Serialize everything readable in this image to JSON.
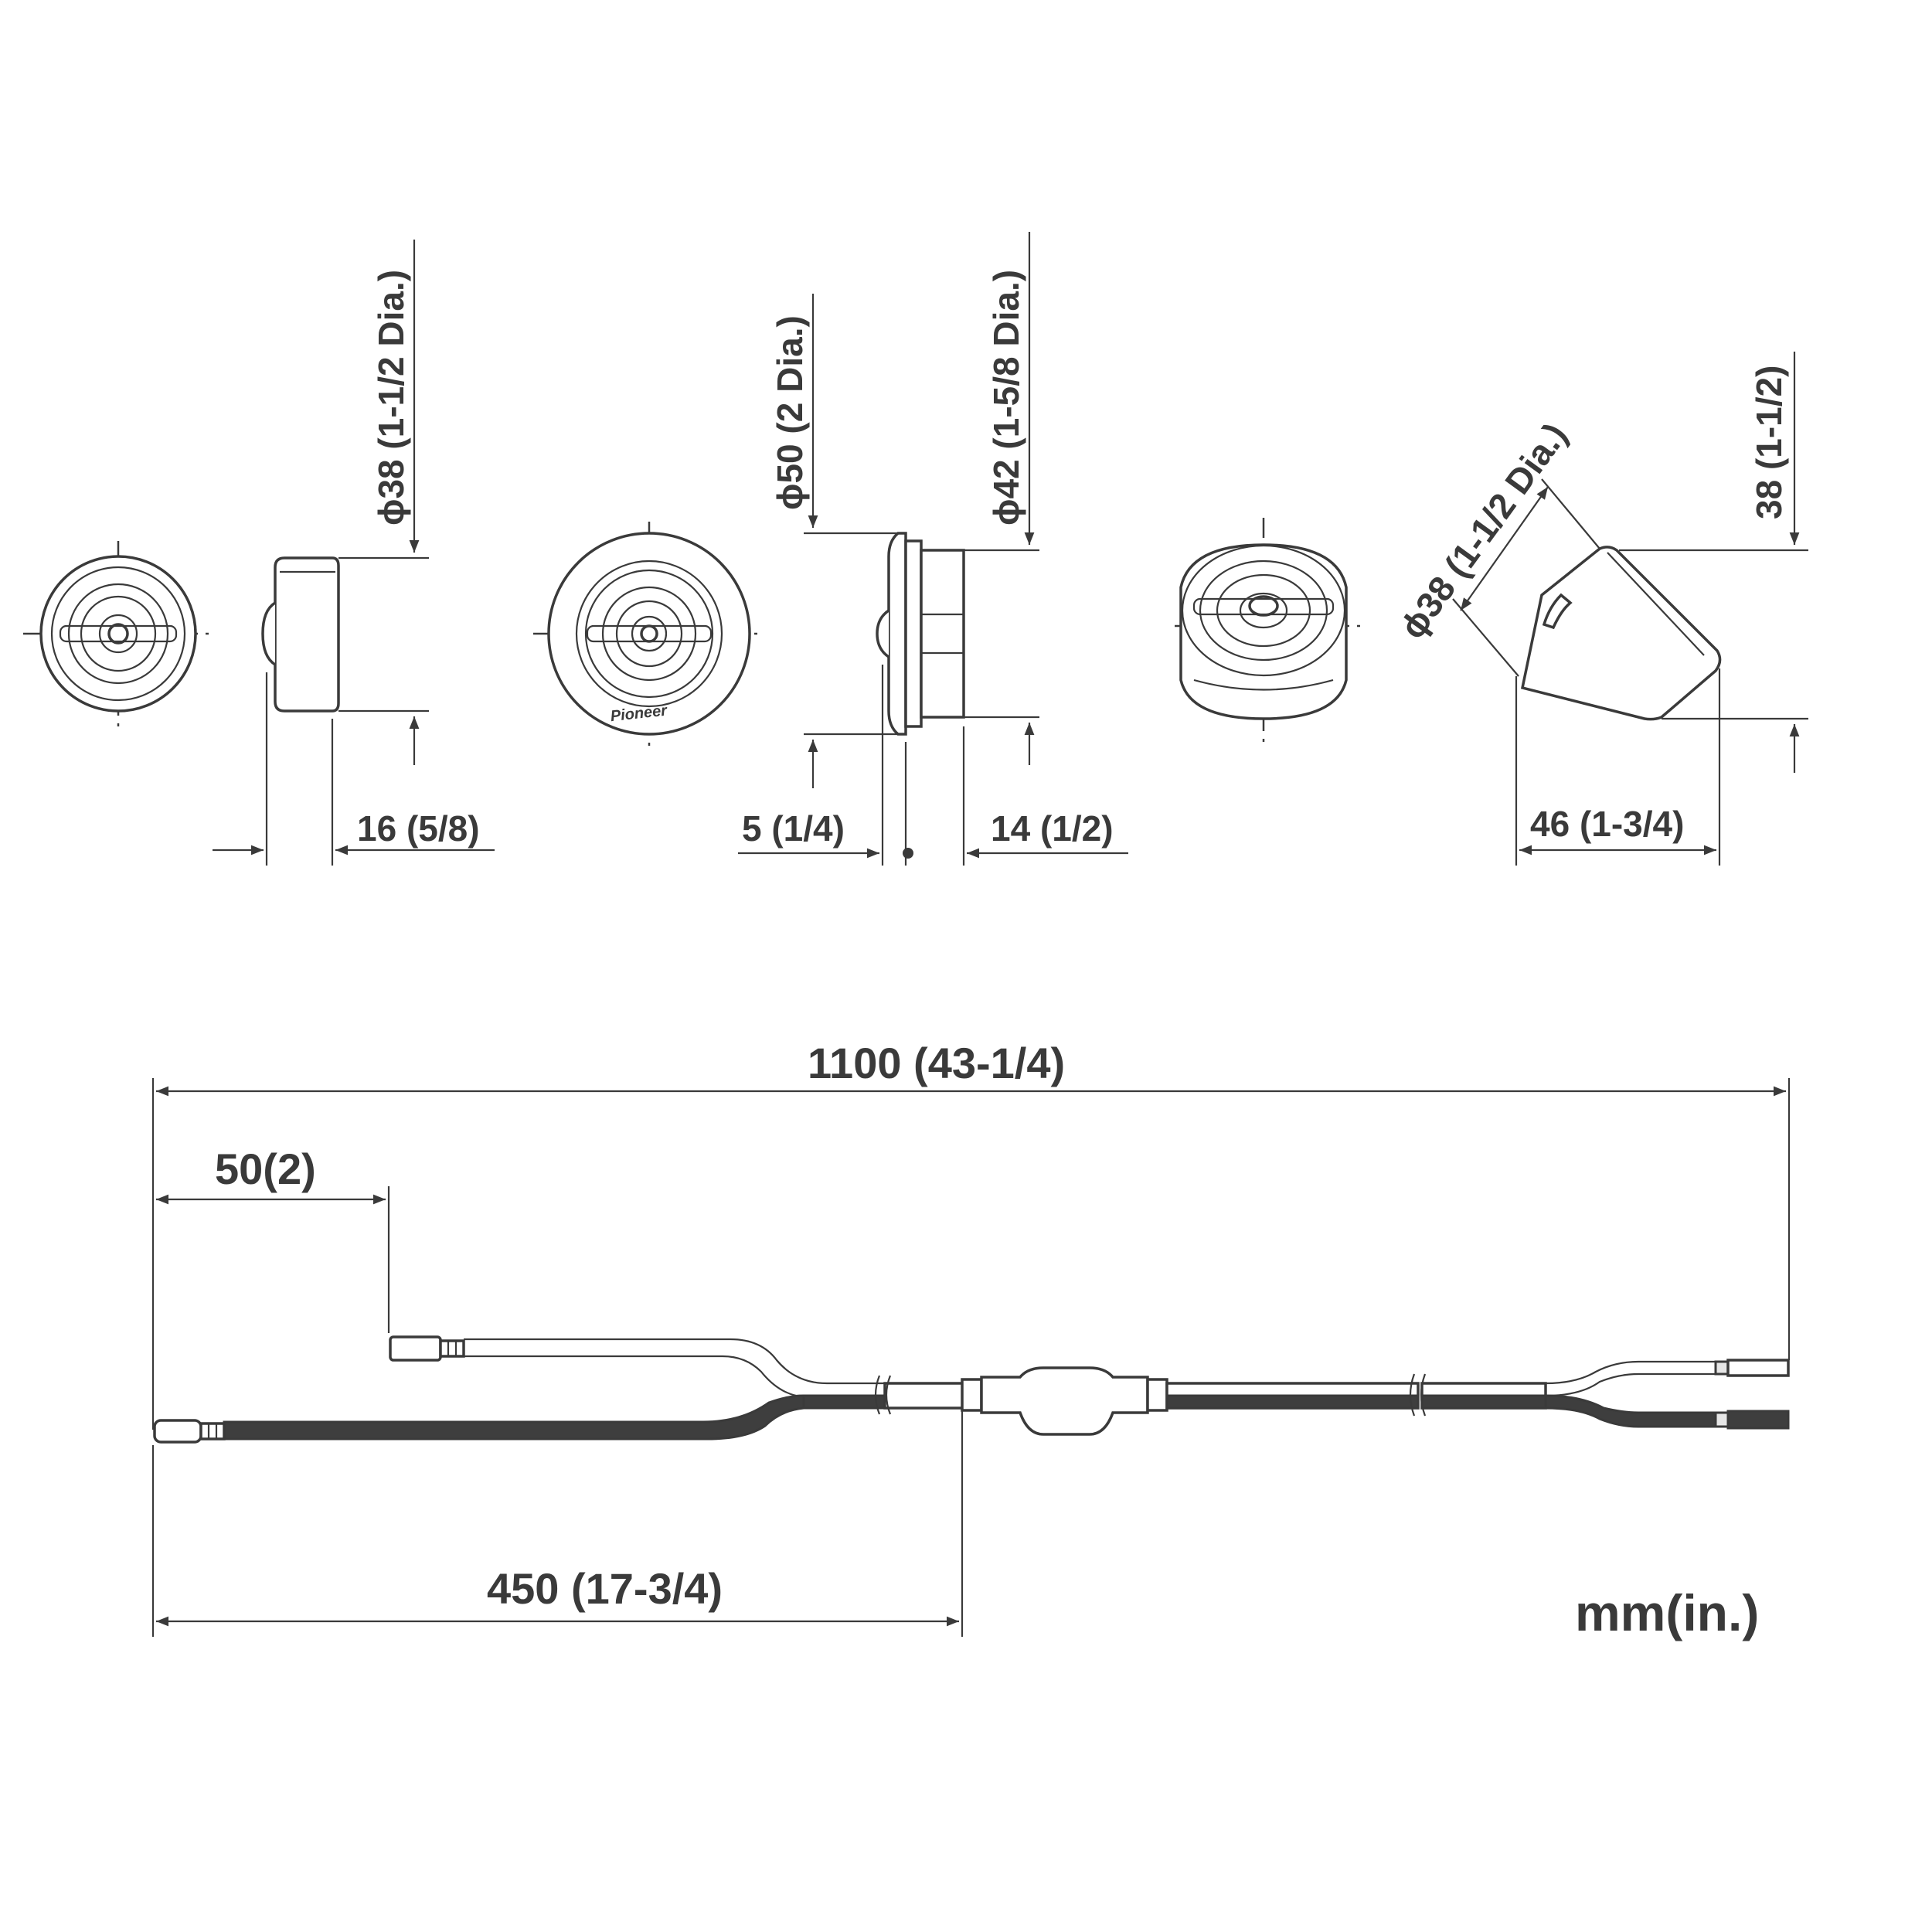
{
  "dimensions": {
    "tweeter_front_dia": "ϕ38 (1-1/2 Dia.)",
    "tweeter_side_depth": "16 (5/8)",
    "flush_mount_outer_dia": "ϕ50 (2 Dia.)",
    "flush_mount_cutout_dia": "ϕ42 (1-5/8 Dia.)",
    "flush_mount_flange": "5 (1/4)",
    "flush_mount_depth": "14 (1/2)",
    "angled_mount_dia": "ϕ38 (1-1/2 Dia.)",
    "angled_mount_height": "38 (1-1/2)",
    "angled_mount_depth": "46 (1-3/4)"
  },
  "cable": {
    "total_length": "1100 (43-1/4)",
    "terminal_offset": "50(2)",
    "branch_length": "450 (17-3/4)"
  },
  "units": "mm(in.)",
  "logo_text": "Pioneer"
}
